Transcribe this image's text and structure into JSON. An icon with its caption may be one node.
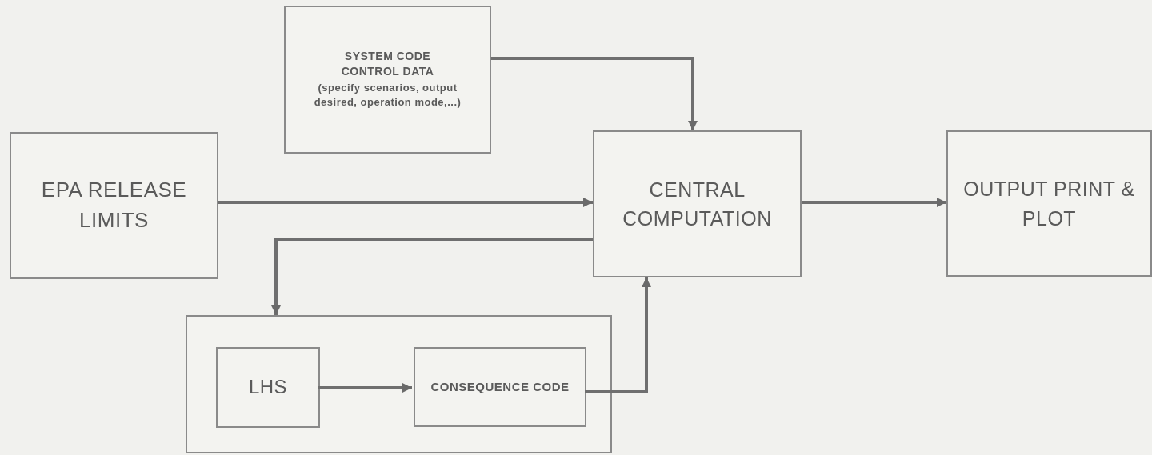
{
  "diagram": {
    "nodes": [
      {
        "text": [
          "SYSTEM CODE CONTROL DATA",
          "(specify scenarios, output desired, operation mode,...)"
        ]
      },
      {
        "text": [
          "EPA RELEASE LIMITS"
        ]
      },
      {
        "text": [
          "CENTRAL COMPUTATION"
        ]
      },
      {
        "text": [
          "OUTPUT PRINT & PLOT"
        ]
      },
      {
        "text": [],
        "shape": "box"
      },
      {
        "text": [
          "LHS"
        ],
        "in": 4
      },
      {
        "text": [
          "CONSEQUENCE CODE"
        ],
        "in": 4
      }
    ],
    "edges": [
      {
        "from": 0,
        "to": 2,
        "arrow": "to"
      },
      {
        "from": 1,
        "to": 2,
        "arrow": "to"
      },
      {
        "from": 2,
        "to": 3,
        "arrow": "to"
      },
      {
        "from": 2,
        "to": 4,
        "arrow": "to"
      },
      {
        "from": 5,
        "to": 6,
        "arrow": "to"
      },
      {
        "from": 6,
        "to": 2,
        "arrow": "to"
      }
    ]
  }
}
